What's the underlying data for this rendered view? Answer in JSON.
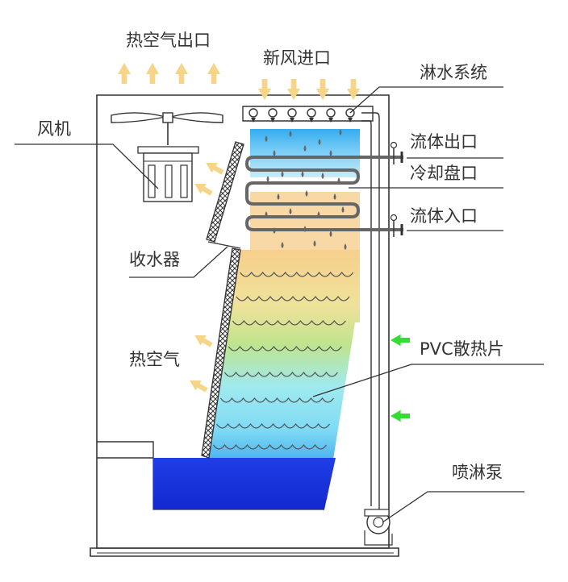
{
  "labels": {
    "hot_air_outlet": "热空气出口",
    "fresh_air_inlet": "新风进口",
    "spray_system": "淋水系统",
    "fan": "风机",
    "fluid_outlet": "流体出口",
    "cooling_coil": "冷却盘口",
    "fluid_inlet": "流体入口",
    "drift_eliminator": "收水器",
    "hot_air": "热空气",
    "pvc_fill": "PVC散热片",
    "spray_pump": "喷淋泵"
  },
  "colors": {
    "outline": "#333333",
    "air_arrow": "#f6d488",
    "inlet_arrow": "#33dd33",
    "basin_water": "#1a33e0",
    "coil": "#666666",
    "spray_zone_top": "#3fb6f2",
    "fill_top": "#f6cf8c",
    "fill_mid": "#8fe9f2",
    "fill_bottom": "#2090e8"
  }
}
